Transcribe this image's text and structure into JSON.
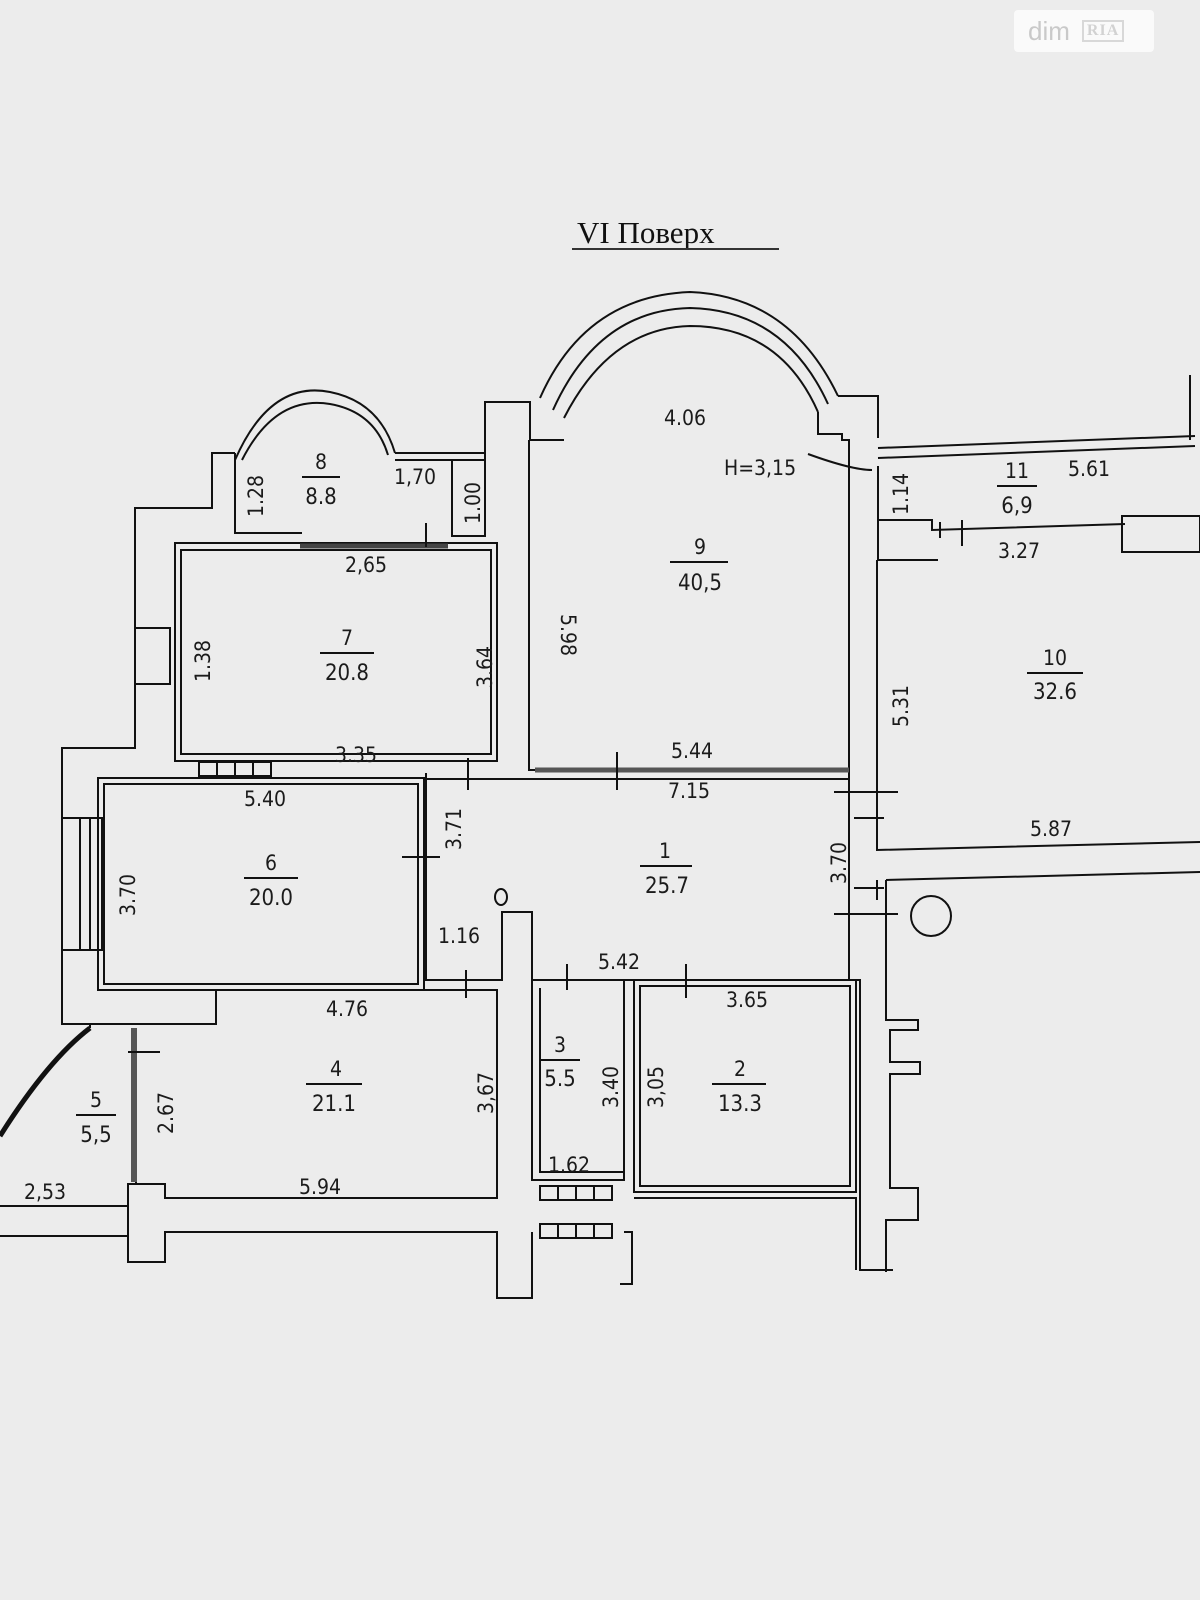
{
  "watermark": {
    "brand": "dim",
    "mark": "RIA"
  },
  "title": "VI Поверх",
  "height_note": "H=3,15",
  "rooms": [
    {
      "id": "1",
      "area": "25.7"
    },
    {
      "id": "2",
      "area": "13.3"
    },
    {
      "id": "3",
      "area": "5.5"
    },
    {
      "id": "4",
      "area": "21.1"
    },
    {
      "id": "5",
      "area": "5,5"
    },
    {
      "id": "6",
      "area": "20.0"
    },
    {
      "id": "7",
      "area": "20.8"
    },
    {
      "id": "8",
      "area": "8.8"
    },
    {
      "id": "9",
      "area": "40,5"
    },
    {
      "id": "10",
      "area": "32.6"
    },
    {
      "id": "11",
      "area": "6,9"
    }
  ],
  "dimensions": [
    "4.06",
    "1.28",
    "1,70",
    "1.00",
    "5.61",
    "1.14",
    "3.27",
    "2,65",
    "5.98",
    "1.38",
    "3.64",
    "5.31",
    "3.35",
    "5.44",
    "5.40",
    "7.15",
    "3.71",
    "5.87",
    "3.70",
    "3.70",
    "1.16",
    "5.42",
    "4.76",
    "3.65",
    "3.40",
    "3,05",
    "3,67",
    "2.67",
    "1.62",
    "2,53",
    "5.94"
  ]
}
